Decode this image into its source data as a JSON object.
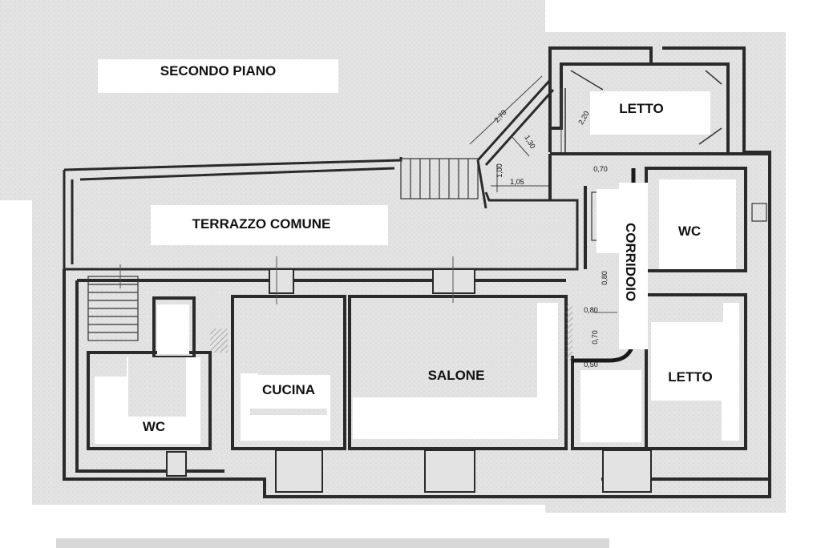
{
  "title": "SECONDO PIANO",
  "rooms": {
    "terrazzo": "TERRAZZO COMUNE",
    "letto_top": "LETTO",
    "wc_right": "WC",
    "corridoio": "CORRIDOIO",
    "letto_right": "LETTO",
    "cucina": "CUCINA",
    "salone": "SALONE",
    "wc_left": "WC"
  },
  "dimensions": {
    "d1": "2,70",
    "d2": "2,20",
    "d3": "1,30",
    "d4": "1,00",
    "d5": "1,05",
    "d6": "0,70",
    "d7": "0,80",
    "d8": "0,80",
    "d9": "0,50",
    "d10": "0,70"
  },
  "colors": {
    "paper": "#e6e6e6",
    "ink": "#1c1c1c",
    "wall": "#2a2a2a",
    "label_bg": "#ffffff"
  }
}
